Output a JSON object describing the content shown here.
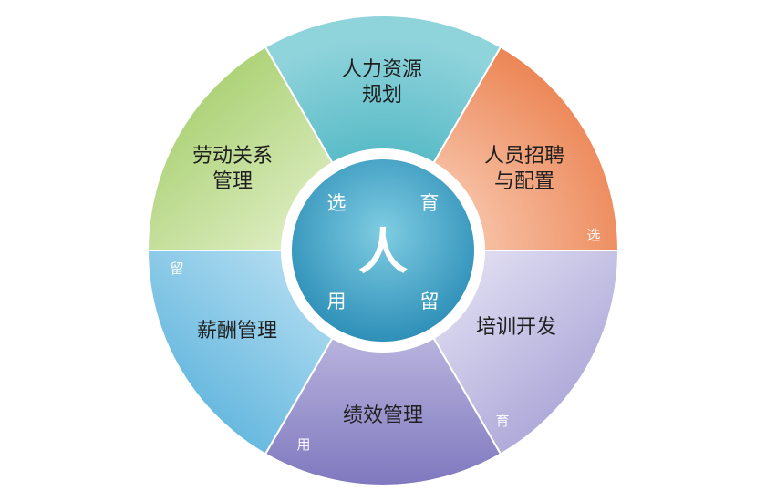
{
  "center": {
    "main": "人",
    "corners": [
      "选",
      "育",
      "用",
      "留"
    ]
  },
  "segments": [
    {
      "lines": [
        "人力资源",
        "规划"
      ],
      "color": "#5ab9c6"
    },
    {
      "lines": [
        "人员招聘",
        "与配置"
      ],
      "color": "#ef9a73"
    },
    {
      "lines": [
        "培训开发"
      ],
      "color": "#a39fd0"
    },
    {
      "lines": [
        "绩效管理"
      ],
      "color": "#9a93cc"
    },
    {
      "lines": [
        "薪酬管理"
      ],
      "color": "#74bfe4"
    },
    {
      "lines": [
        "劳动关系",
        "管理"
      ],
      "color": "#a9cf74"
    }
  ],
  "edge_tags": [
    "选",
    "育",
    "用",
    "留"
  ]
}
